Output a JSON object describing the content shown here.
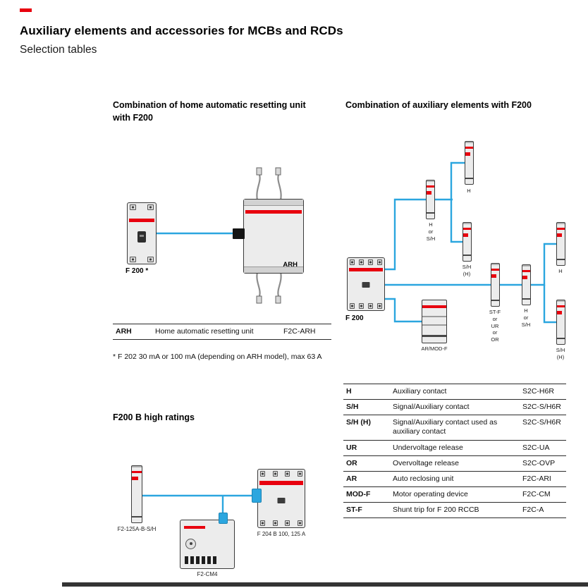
{
  "colors": {
    "accent": "#e8000e",
    "blue": "#2ba6df",
    "line": "#2a2a2a"
  },
  "page": {
    "title": "Auxiliary elements and accessories for MCBs and RCDs",
    "subtitle": "Selection tables"
  },
  "left": {
    "heading1": "Combination of home automatic resetting unit with F200",
    "heading2": "F200 B high ratings",
    "footnote": "* F 202 30 mA or 100 mA (depending on ARH model), max 63 A",
    "diagram1": {
      "f200_label": "F 200 *",
      "arh_label": "ARH"
    },
    "diagram2": {
      "module_label": "F2-125A-B-S/H",
      "breaker_label": "F 204 B 100, 125 A",
      "motor_label": "F2-CM4"
    },
    "table": {
      "rows": [
        {
          "code": "ARH",
          "desc": "Home automatic resetting unit",
          "order": "F2C-ARH"
        }
      ]
    }
  },
  "right": {
    "heading": "Combination of auxiliary elements with F200",
    "diagram": {
      "f200_label": "F 200",
      "labels": {
        "a": "H\nor\nS/H",
        "b": "H",
        "c": "S/H\n(H)",
        "d": "ST-F\nor\nUR\nor\nOR",
        "e": "H\nor\nS/H",
        "f": "H",
        "g": "S/H\n(H)",
        "ar": "AR/MOD-F"
      }
    },
    "table": {
      "rows": [
        {
          "code": "H",
          "desc": "Auxiliary contact",
          "order": "S2C-H6R"
        },
        {
          "code": "S/H",
          "desc": "Signal/Auxiliary contact",
          "order": "S2C-S/H6R"
        },
        {
          "code": "S/H (H)",
          "desc": "Signal/Auxiliary contact used as auxiliary contact",
          "order": "S2C-S/H6R"
        },
        {
          "code": "UR",
          "desc": "Undervoltage release",
          "order": "S2C-UA"
        },
        {
          "code": "OR",
          "desc": "Overvoltage release",
          "order": "S2C-OVP"
        },
        {
          "code": "AR",
          "desc": "Auto reclosing unit",
          "order": "F2C-ARI"
        },
        {
          "code": "MOD-F",
          "desc": "Motor operating device",
          "order": "F2C-CM"
        },
        {
          "code": "ST-F",
          "desc": "Shunt trip for F 200 RCCB",
          "order": "F2C-A"
        }
      ]
    }
  }
}
